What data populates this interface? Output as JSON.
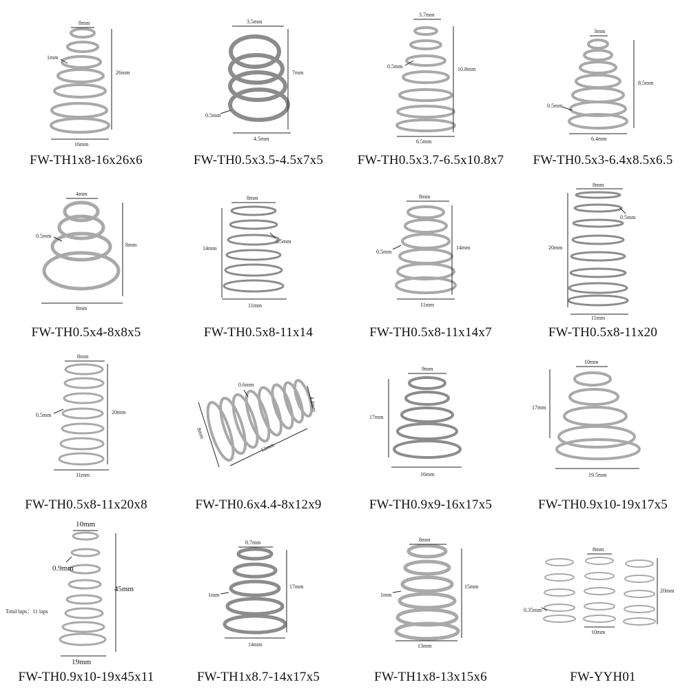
{
  "springs": [
    {
      "code": "FW-TH1x8-16x26x6",
      "dims": [
        "8mm",
        "1mm",
        "26mm",
        "16mm"
      ]
    },
    {
      "code": "FW-TH0.5x3.5-4.5x7x5",
      "dims": [
        "3.5mm",
        "7mm",
        "0.5mm",
        "4.5mm"
      ]
    },
    {
      "code": "FW-TH0.5x3.7-6.5x10.8x7",
      "dims": [
        "3.7mm",
        "0.5mm",
        "10.8mm",
        "6.5mm"
      ]
    },
    {
      "code": "FW-TH0.5x3-6.4x8.5x6.5",
      "dims": [
        "3mm",
        "8.5mm",
        "0.5mm",
        "6.4mm"
      ]
    },
    {
      "code": "FW-TH0.5x4-8x8x5",
      "dims": [
        "4mm",
        "0.5mm",
        "8mm",
        "8mm"
      ]
    },
    {
      "code": "FW-TH0.5x8-11x14",
      "dims": [
        "8mm",
        "14mm",
        "0.5mm",
        "11mm"
      ]
    },
    {
      "code": "FW-TH0.5x8-11x14x7",
      "dims": [
        "8mm",
        "0.5mm",
        "14mm",
        "11mm"
      ]
    },
    {
      "code": "FW-TH0.5x8-11x20",
      "dims": [
        "8mm",
        "0.5mm",
        "20mm",
        "11mm"
      ]
    },
    {
      "code": "FW-TH0.5x8-11x20x8",
      "dims": [
        "8mm",
        "0.5mm",
        "20mm",
        "11mm"
      ]
    },
    {
      "code": "FW-TH0.6x4.4-8x12x9",
      "dims": [
        "0.6mm",
        "4.4mm",
        "8mm",
        "12mm"
      ]
    },
    {
      "code": "FW-TH0.9x9-16x17x5",
      "dims": [
        "9mm",
        "17mm",
        "16mm"
      ]
    },
    {
      "code": "FW-TH0.9x10-19x17x5",
      "dims": [
        "10mm",
        "17mm",
        "19.5mm"
      ]
    },
    {
      "code": "FW-TH0.9x10-19x45x11",
      "dims": [
        "10mm",
        "0.9mm",
        "45mm",
        "Total laps：11 laps",
        "19mm"
      ]
    },
    {
      "code": "FW-TH1x8.7-14x17x5",
      "dims": [
        "8.7mm",
        "1mm",
        "17mm",
        "14mm"
      ]
    },
    {
      "code": "FW-TH1x8-13x15x6",
      "dims": [
        "8mm",
        "1mm",
        "15mm",
        "13mm"
      ]
    },
    {
      "code": "FW-YYH01",
      "dims": [
        "8mm",
        "0.35mm",
        "20mm",
        "10mm"
      ]
    }
  ],
  "colors": {
    "wire": "#a9a9a9",
    "wire_dark": "#8c8c8c",
    "dimension": "#222222"
  }
}
